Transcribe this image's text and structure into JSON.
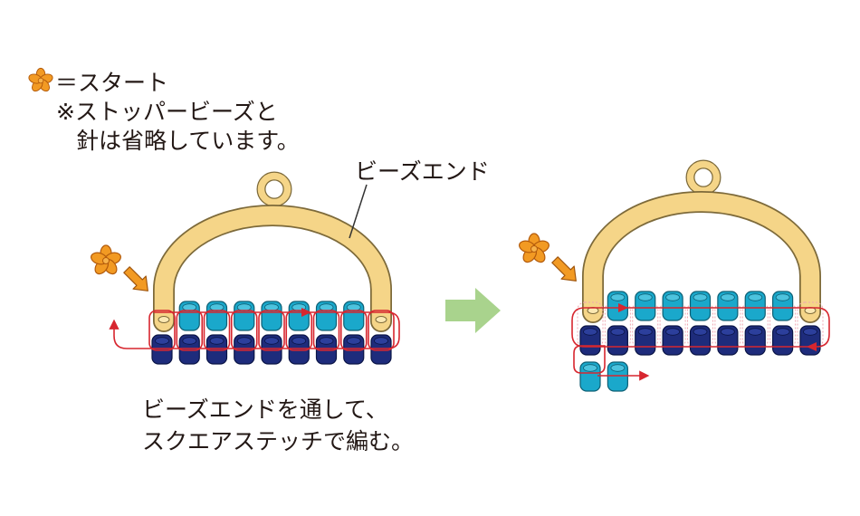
{
  "legend": {
    "start_icon": "flower-icon",
    "start_label": "＝スタート",
    "note_line1": "※ストッパービーズと",
    "note_line2": "針は省略しています。"
  },
  "step1": {
    "start_icon": "flower-icon",
    "start_arrow_icon": "arrow-down-right-icon",
    "bead_end_label": "ビーズエンド",
    "caption_line1": "ビーズエンドを通して、",
    "caption_line2": "スクエアステッチで編む。"
  },
  "transition": {
    "icon": "arrow-right-icon"
  },
  "step2": {
    "start_icon": "flower-icon",
    "start_arrow_icon": "arrow-down-right-icon"
  },
  "colors": {
    "bead_end_gold": "#F5D588",
    "bead_end_outline": "#7D6A3A",
    "bead_cyan": "#1AA8CB",
    "bead_navy": "#1E2C7C",
    "thread_red": "#D7262F",
    "start_orange": "#F29A23",
    "step_arrow_green": "#A9D38D",
    "text": "#231815"
  }
}
